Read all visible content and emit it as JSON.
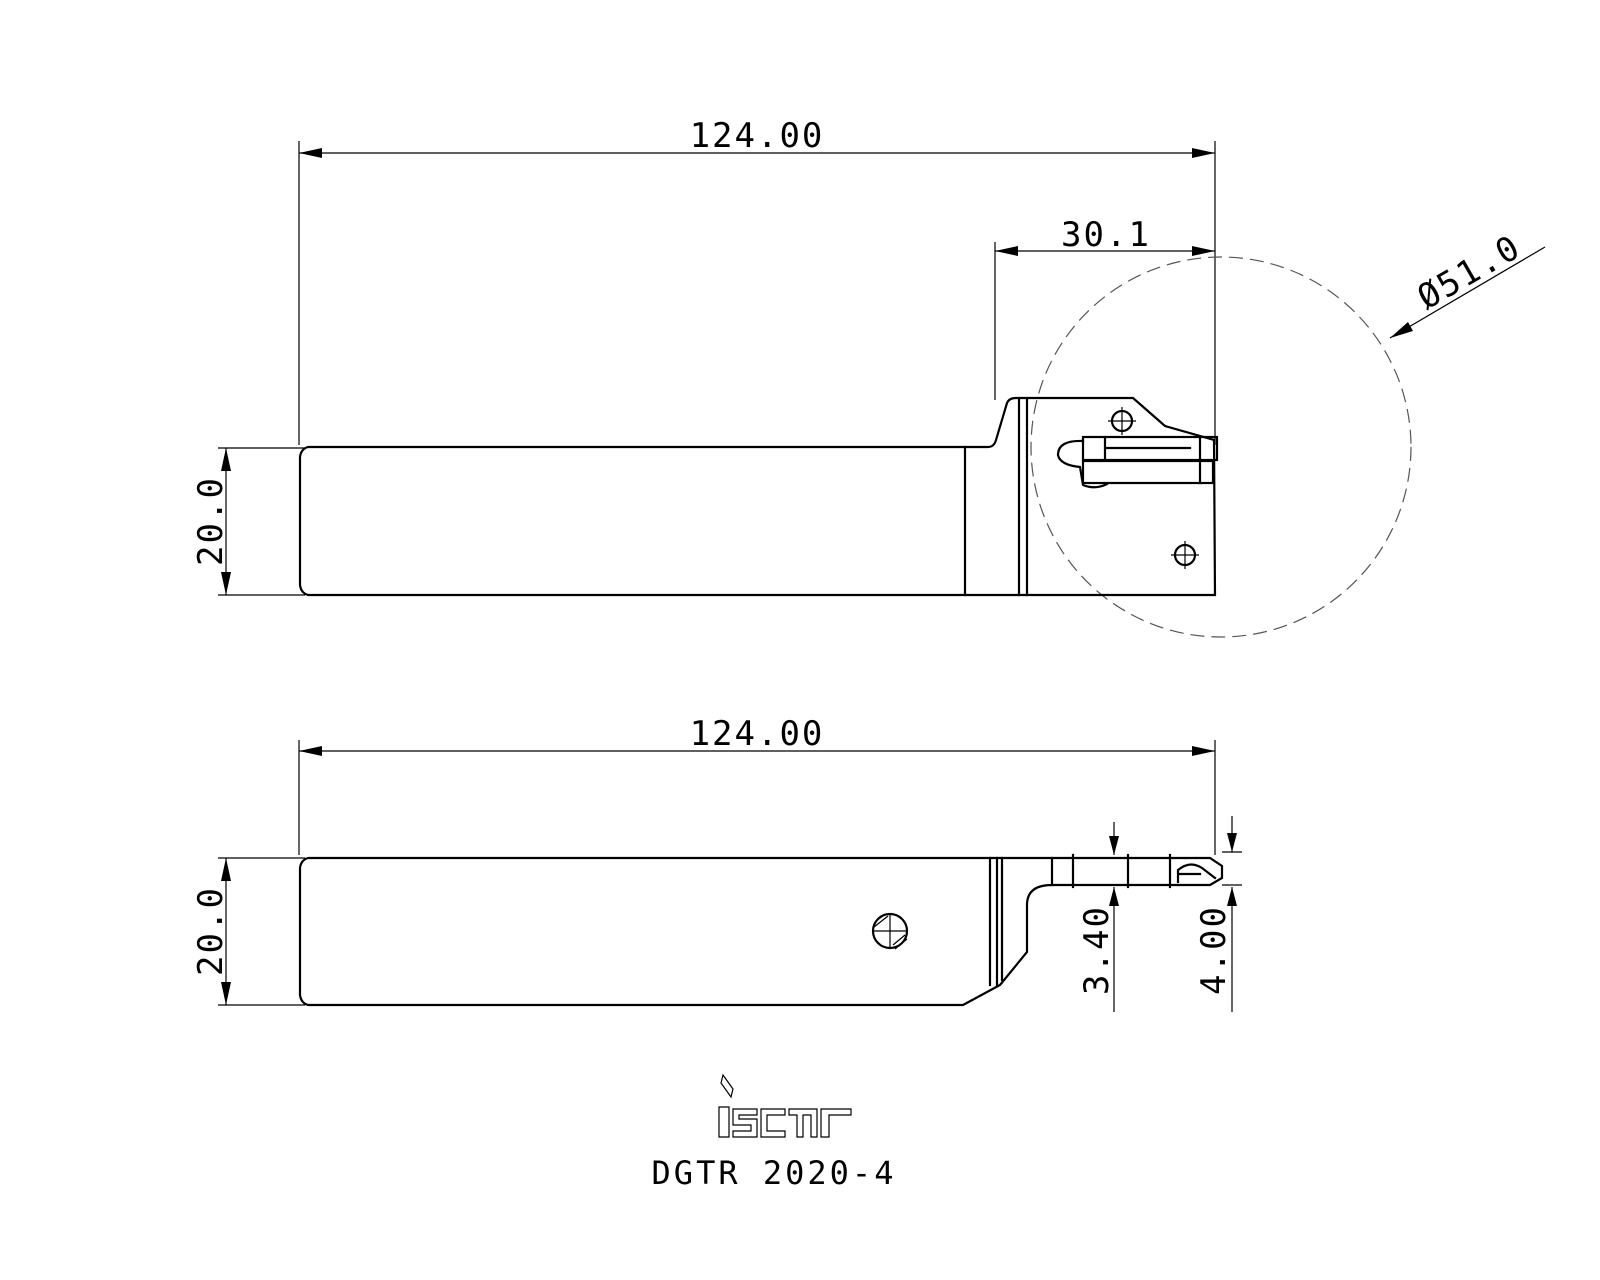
{
  "drawing": {
    "top_view": {
      "overall_length": "124.00",
      "head_length": "30.1",
      "max_diameter": "Ø51.0",
      "shank_height": "20.0"
    },
    "side_view": {
      "overall_length": "124.00",
      "shank_height": "20.0",
      "cut_depth_a": "3.40",
      "cut_depth_b": "4.00"
    },
    "logo": {
      "text": "iscar"
    },
    "model": "DGTR 2020-4"
  }
}
